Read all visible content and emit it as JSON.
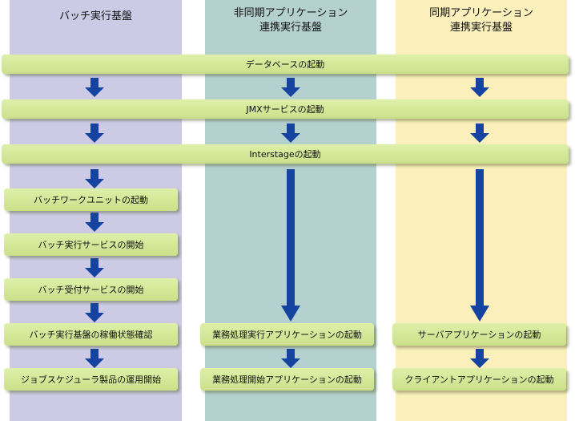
{
  "columns": {
    "batch": "バッチ実行基盤",
    "async_line1": "非同期アプリケーション",
    "async_line2": "連携実行基盤",
    "sync_line1": "同期アプリケーション",
    "sync_line2": "連携実行基盤"
  },
  "common_steps": [
    "データベースの起動",
    "JMXサービスの起動",
    "Interstageの起動"
  ],
  "batch_steps": [
    "バッチワークユニットの起動",
    "バッチ実行サービスの開始",
    "バッチ受付サービスの開始",
    "バッチ実行基盤の稼働状態確認",
    "ジョブスケジューラ製品の運用開始"
  ],
  "async_steps": [
    "業務処理実行アプリケーションの起動",
    "業務処理開始アプリケーションの起動"
  ],
  "sync_steps": [
    "サーバアプリケーションの起動",
    "クライアントアプリケーションの起動"
  ],
  "colors": {
    "batch_column": "#cdcae6",
    "async_column": "#b4d0cf",
    "sync_column": "#fbefbb",
    "step_box": "#d6ea9b",
    "arrow": "#1444a0"
  }
}
